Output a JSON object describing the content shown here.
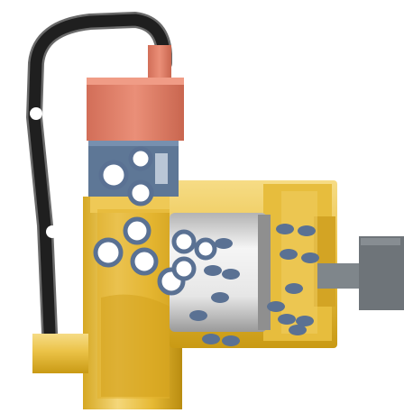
{
  "diagram": {
    "colors": {
      "background": "#ffffff",
      "brass_light": "#f4d77a",
      "brass_mid": "#e9be3c",
      "brass_dark": "#c99a14",
      "brass_shadow": "#a87e0c",
      "cylinder_light": "#f3f3f3",
      "cylinder_dark": "#9c9c9c",
      "tube_black": "#1f1f1f",
      "tube_shadow": "#6a6a6a",
      "copper": "#e1806a",
      "copper_dark": "#c9664f",
      "block_blue": "#5e7796",
      "block_blue_dark": "#4a617e",
      "stem_grey": "#7f868b",
      "knob_grey": "#6e7479",
      "fluid_dot": "#5a7193",
      "bubble_white": "#ffffff"
    },
    "icons": [
      "tube",
      "copper-cap",
      "blue-block",
      "brass-body",
      "cylinder-piston",
      "stem",
      "knob",
      "bubbles",
      "fluid-dots"
    ]
  }
}
